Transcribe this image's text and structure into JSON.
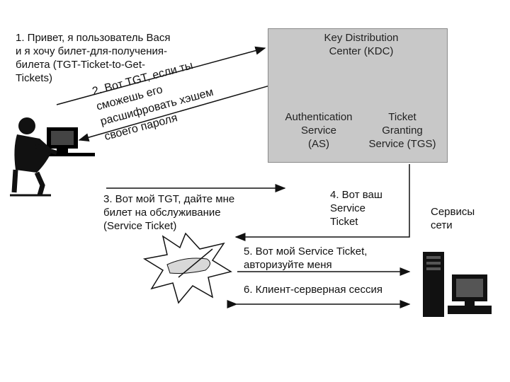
{
  "step1": "1. Привет, я пользователь Вася\nи я хочу билет-для-получения-\nбилета (TGT-Ticket-to-Get-\nTickets)",
  "step2": "2. Вот TGT, если ты\nсможешь его\nрасшифровать хэшем\nсвоего пароля",
  "step3": "3. Вот мой TGT, дайте мне\nбилет на обслуживание\n(Service Ticket)",
  "step4": "4. Вот ваш\nService\nTicket",
  "step5": "5. Вот мой Service Ticket,\nавторизуйте меня",
  "step6": "6. Клиент-серверная сессия",
  "kdc": {
    "title": "Key Distribution\nCenter (KDC)",
    "as_label": "Authentication\nService\n(AS)",
    "tgs_label": "Ticket\nGranting\nService (TGS)"
  },
  "network_services": "Сервисы\nсети",
  "icons": [
    "user-at-computer-icon",
    "as-computer-lock-icon",
    "tgs-server-lock-icon",
    "burst-key-icon",
    "network-server-icon"
  ]
}
